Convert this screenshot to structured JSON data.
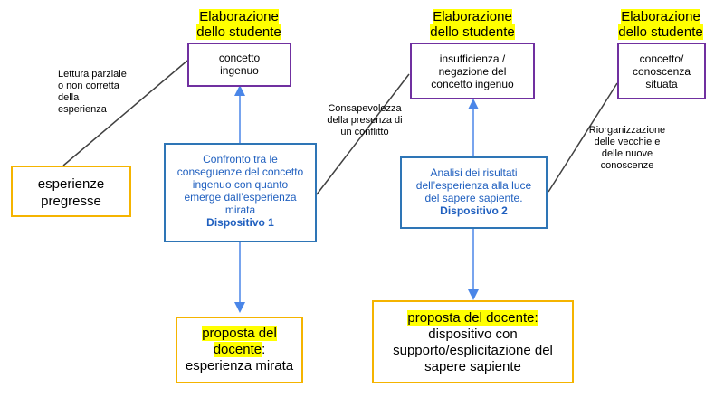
{
  "headers": {
    "h1": [
      "Elaborazione",
      "dello studente"
    ],
    "h2": [
      "Elaborazione",
      "dello studente"
    ],
    "h3": [
      "Elaborazione",
      "dello studente"
    ]
  },
  "student_boxes": {
    "b1": [
      "concetto",
      "ingenuo"
    ],
    "b2": [
      "insufficienza  /",
      "negazione  del",
      "concetto ingenuo"
    ],
    "b3": [
      "concetto/",
      "conoscenza",
      "situata"
    ]
  },
  "left_box": [
    "esperienze",
    "pregresse"
  ],
  "labels": {
    "lettura": [
      "Lettura parziale",
      "o non corretta",
      "della",
      "esperienza"
    ],
    "consapevolezza": [
      "Consapevolezza",
      "della presenza di",
      "un conflitto"
    ],
    "riorganizzazione": [
      "Riorganizzazione",
      "delle vecchie e",
      "delle nuove",
      "conoscenze"
    ]
  },
  "dispositivo1": {
    "lines": [
      "Confronto tra le",
      "conseguenze del concetto",
      "ingenuo con quanto",
      "emerge dall’esperienza",
      "mirata"
    ],
    "title": "Dispositivo 1"
  },
  "dispositivo2": {
    "lines": [
      "Analisi dei risultati",
      "dell’esperienza alla luce",
      "del sapere sapiente."
    ],
    "title": "Dispositivo 2"
  },
  "proposta1": {
    "hl1": "proposta del",
    "hl2": "docente",
    "colon": ":",
    "rest": "esperienza mirata"
  },
  "proposta2": {
    "hl": "proposta del docente:",
    "rest": [
      "dispositivo con",
      "supporto/esplicitazione del",
      "sapere sapiente"
    ]
  },
  "colors": {
    "student_border": "#7030a0",
    "proposal_border": "#f5b400",
    "device_border": "#2e75b6",
    "device_text": "#1f5fbf",
    "highlight": "#ffff00",
    "arrow_blue": "#4a86e8",
    "line_gray": "#404040"
  }
}
